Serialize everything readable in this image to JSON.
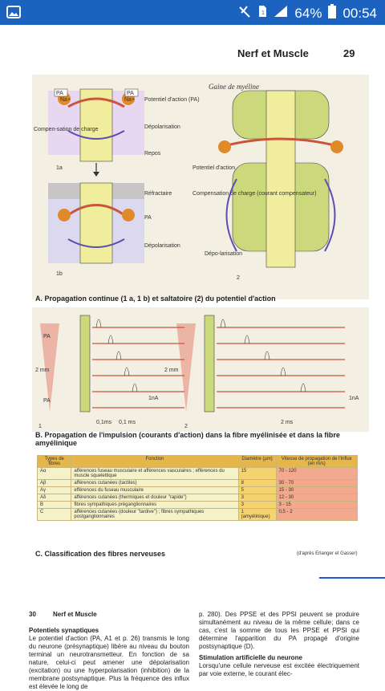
{
  "status": {
    "battery_percent": "64%",
    "time": "00:54",
    "icons": [
      "gallery-icon",
      "mute-icon",
      "sim-icon",
      "signal-icon",
      "battery-icon"
    ]
  },
  "page": {
    "header_title": "Nerf et Muscle",
    "header_page": "29",
    "figA": {
      "gaine": "Gaine de myéline",
      "labels_left": [
        "Potentiel d'action (PA)",
        "Dépolarisation",
        "Repos",
        "Réfractaire",
        "PA",
        "Dépolarisation"
      ],
      "compensation": "Compen-sation de charge",
      "tags": [
        "PA",
        "PA",
        "Na+",
        "Na+",
        "1a",
        "1b",
        "2"
      ],
      "labels_right": [
        "Potentiel d'action",
        "Compensation de charge (courant compensateur)",
        "Dépo-larisation"
      ]
    },
    "captionA": "A. Propagation continue (1 a, 1 b) et saltatoire (2) du potentiel d'action",
    "figB": {
      "labels": [
        "PA",
        "PA",
        "2 mm",
        "2 mm",
        "1nA",
        "1nA",
        "0,1ms",
        "0,1 ms",
        "2 ms",
        "1",
        "2"
      ]
    },
    "captionB": "B. Propagation de l'impulsion (courants d'action) dans la fibre myélinisée et dans la fibre amyélinique",
    "table": {
      "headers": [
        "Types de fibres",
        "Fonction",
        "Diamètre (µm)",
        "Vitesse de propagation de l'influx (en m/s)"
      ],
      "rows": [
        [
          "Aα",
          "afférences fuseau musculaire et afférences vasculaires ; efférences du muscle squelettique",
          "15",
          "70 - 120"
        ],
        [
          "Aβ",
          "afférences cutanées (tactiles)",
          "8",
          "30 - 70"
        ],
        [
          "Aγ",
          "efférences du fuseau musculaire",
          "5",
          "15 - 30"
        ],
        [
          "Aδ",
          "afférences cutanées (thermiques et douleur \"rapide\")",
          "3",
          "12 - 30"
        ],
        [
          "B",
          "fibres sympathiques préganglionnaires",
          "3",
          "3 - 15"
        ],
        [
          "C",
          "afférences cutanées (douleur \"tardive\") ; fibres sympathiques postganglionnaires",
          "1 (amyélinique)",
          "0,5 - 2"
        ]
      ]
    },
    "captionC": "C. Classification des fibres nerveuses",
    "credit": "(d'après Erlanger et Gasser)"
  },
  "next": {
    "page_line": "30",
    "title": "Nerf et Muscle",
    "section1": "Potentiels synaptiques",
    "col1": "Le potentiel d'action (PA, A1 et p. 26) transmis le long du neurone (présynaptique) libère au niveau du bouton terminal un neurotransmetteur. En fonction de sa nature, celui-ci peut amener une dépolarisation (excitation) ou une hyperpolarisation (inhibition) de la membrane postsynaptique. Plus la fréquence des influx est élevée le long de",
    "col2": "p. 280). Des PPSE et des PPSI peuvent se produire simultanément au niveau de la même cellule; dans ce cas, c'est la somme de tous les PPSE et PPSI qui détermine l'apparition du PA propagé d'origine postsynaptique (D).",
    "section2": "Stimulation artificielle du neurone",
    "col2b": "Lorsqu'une cellule nerveuse est excitée électriquement par voie externe, le courant élec-"
  },
  "colors": {
    "statusbar": "#1c63bf",
    "accent_blue": "#1f56c9",
    "table_header": "#e6b64a"
  }
}
